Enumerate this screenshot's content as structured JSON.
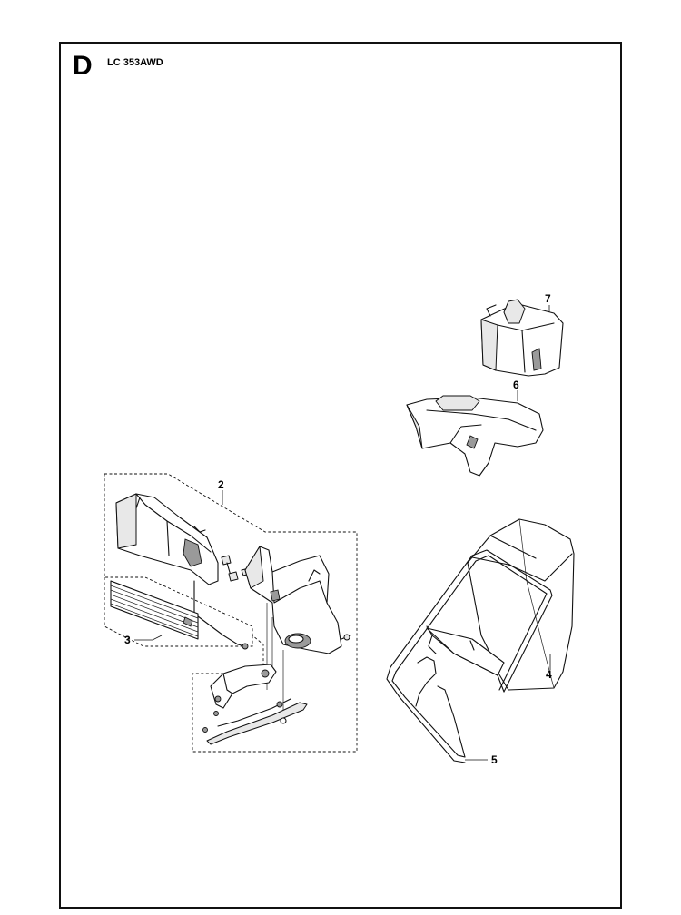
{
  "header": {
    "section_letter": "D",
    "model_code": "LC 353AWD"
  },
  "callouts": {
    "c2": "2",
    "c3": "3",
    "c4": "4",
    "c5": "5",
    "c6": "6",
    "c7": "7"
  },
  "colors": {
    "line": "#111111",
    "background": "#ffffff",
    "shade_light": "#e8e8e8",
    "shade_dark": "#9a9a9a"
  }
}
